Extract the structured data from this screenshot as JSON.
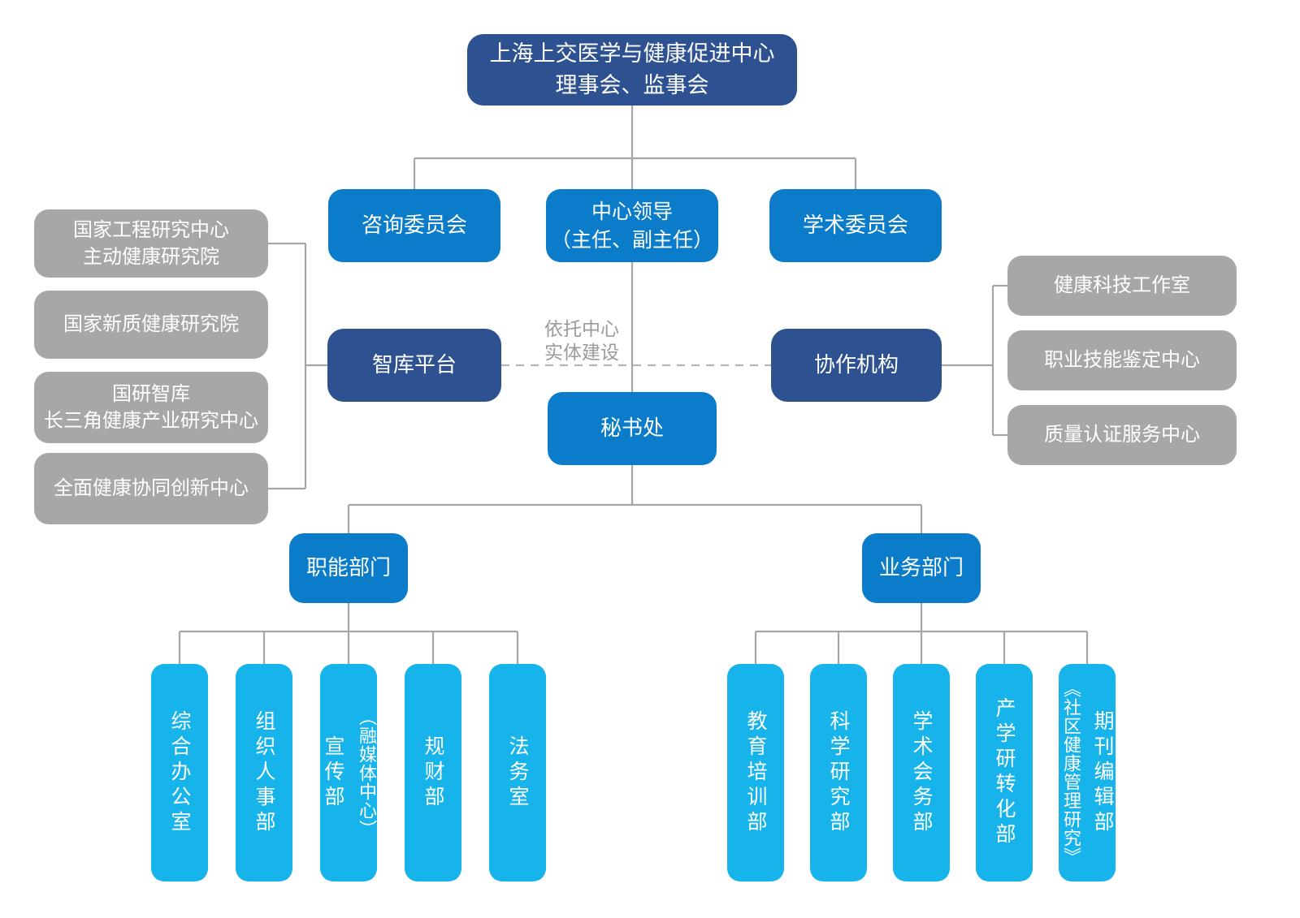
{
  "palette": {
    "dark_blue": "#2e5291",
    "medium_blue": "#0a7cc9",
    "cyan": "#17b4ec",
    "gray_box": "#a7a7a7",
    "connector_line": "#a6a6a6",
    "dashed_line": "#b5b5b5",
    "note_text": "#9b9b9b",
    "box_text": "#ffffff",
    "background": "#ffffff"
  },
  "org": {
    "root": {
      "line1": "上海上交医学与健康促进中心",
      "line2": "理事会、监事会"
    },
    "advisory": {
      "label": "咨询委员会"
    },
    "leadership": {
      "line1": "中心领导",
      "line2": "（主任、副主任）"
    },
    "academic": {
      "label": "学术委员会"
    },
    "thinktank": {
      "label": "智库平台"
    },
    "collaboration": {
      "label": "协作机构"
    },
    "secretariat": {
      "label": "秘书处"
    },
    "functional": {
      "label": "职能部门"
    },
    "business": {
      "label": "业务部门"
    },
    "note": {
      "line1": "依托中心",
      "line2": "实体建设"
    },
    "thinktank_orgs": [
      {
        "line1": "国家工程研究中心",
        "line2": "主动健康研究院"
      },
      {
        "line1": "国家新质健康研究院"
      },
      {
        "line1": "国研智库",
        "line2": "长三角健康产业研究中心"
      },
      {
        "line1": "全面健康协同创新中心"
      }
    ],
    "collaboration_orgs": [
      {
        "label": "健康科技工作室"
      },
      {
        "label": "职业技能鉴定中心"
      },
      {
        "label": "质量认证服务中心"
      }
    ],
    "functional_depts": [
      {
        "main": "综合办公室"
      },
      {
        "main": "组织人事部"
      },
      {
        "main": "宣传部",
        "sub": "（融媒体中心）"
      },
      {
        "main": "规财部"
      },
      {
        "main": "法务室"
      }
    ],
    "business_depts": [
      {
        "main": "教育培训部"
      },
      {
        "main": "科学研究部"
      },
      {
        "main": "学术会务部"
      },
      {
        "main": "产学研转化部"
      },
      {
        "main": "期刊编辑部",
        "sub": "《社区健康管理研究》"
      }
    ]
  }
}
